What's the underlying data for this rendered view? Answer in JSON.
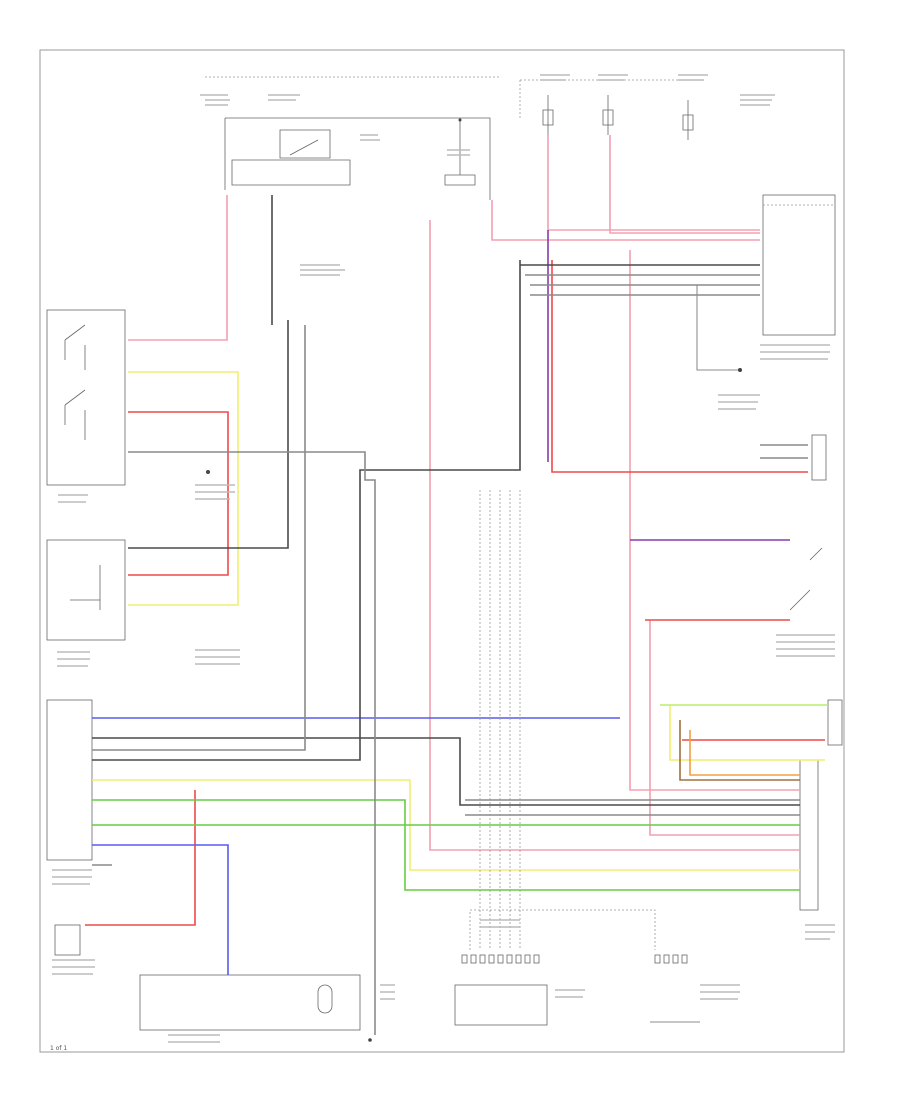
{
  "colors": {
    "black": "#4a4a4a",
    "grey": "#8a8a8a",
    "pink": "#f2a0b0",
    "red": "#ee4a4a",
    "purple": "#8a3aa8",
    "blue": "#5a5aee",
    "yellow": "#f0ee70",
    "green": "#66cc44",
    "lightgreen": "#b8ee6a",
    "orange": "#f0a040",
    "brown": "#a07040",
    "frame": "#999999"
  },
  "footer": {
    "page_number": "1 of 1"
  },
  "icons": [
    "ground-symbol",
    "splice-dot",
    "switch-contact",
    "connector-pin"
  ]
}
